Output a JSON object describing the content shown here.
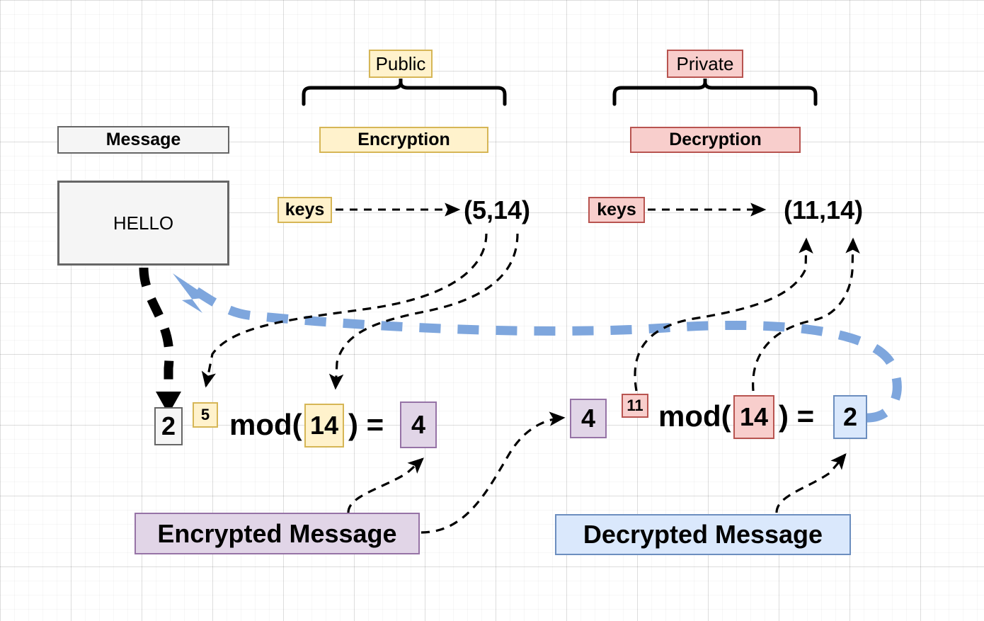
{
  "diagram": {
    "title_hidden": "",
    "message": {
      "header_label": "Message",
      "plaintext": "HELLO"
    },
    "public_side": {
      "brace_label": "Public",
      "operation_label": "Encryption",
      "keys_label": "keys",
      "key_pair": "(5,14)",
      "equation": {
        "base": "2",
        "exponent": "5",
        "mod_open": "mod(",
        "modulus": "14",
        "mod_close": ") =",
        "result": "4"
      },
      "result_label": "Encrypted Message"
    },
    "private_side": {
      "brace_label": "Private",
      "operation_label": "Decryption",
      "keys_label": "keys",
      "key_pair": "(11,14)",
      "equation": {
        "base": "4",
        "exponent": "11",
        "mod_open": "mod(",
        "modulus": "14",
        "mod_close": ") =",
        "result": "2"
      },
      "result_label": "Decrypted Message"
    },
    "colors": {
      "grey_fill": "#f5f5f5",
      "grey_stroke": "#666666",
      "yellow_fill": "#fff2cc",
      "yellow_stroke": "#d6b656",
      "red_fill": "#f8cecc",
      "red_stroke": "#b85450",
      "purple_fill": "#e1d5e7",
      "purple_stroke": "#9673a6",
      "blue_fill": "#dae8fc",
      "blue_stroke": "#6c8ebf",
      "flow_arrow": "#7ea6dd",
      "grid_line": "#e6e6e6"
    }
  }
}
